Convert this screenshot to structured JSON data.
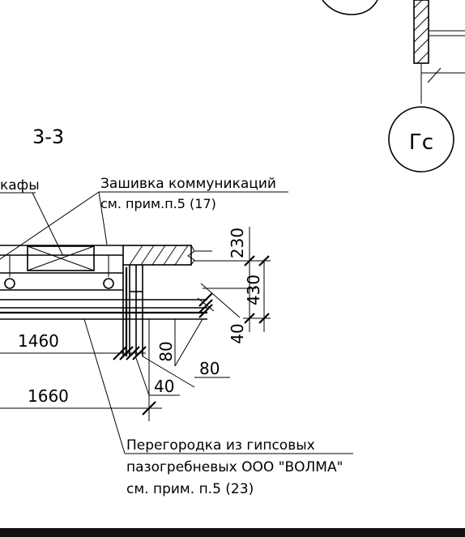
{
  "section_title": "3-3",
  "axis_label": "Гс",
  "labels": {
    "cabinets_fragment": "кафы",
    "sheathing_line1": "Зашивка коммуникаций",
    "sheathing_line2": "см. прим.п.5 (17)",
    "partition_line1": "Перегородка из гипсовых",
    "partition_line2": "пазогребневых ООО \"ВОЛМА\"",
    "partition_line3": "см. прим. п.5 (23)"
  },
  "dimensions": {
    "d230": "230",
    "d430": "430",
    "d40_right": "40",
    "d1460": "1460",
    "d1660": "1660",
    "d80_vertical": "80",
    "d80_horizontal": "80",
    "d40_bottom": "40"
  }
}
